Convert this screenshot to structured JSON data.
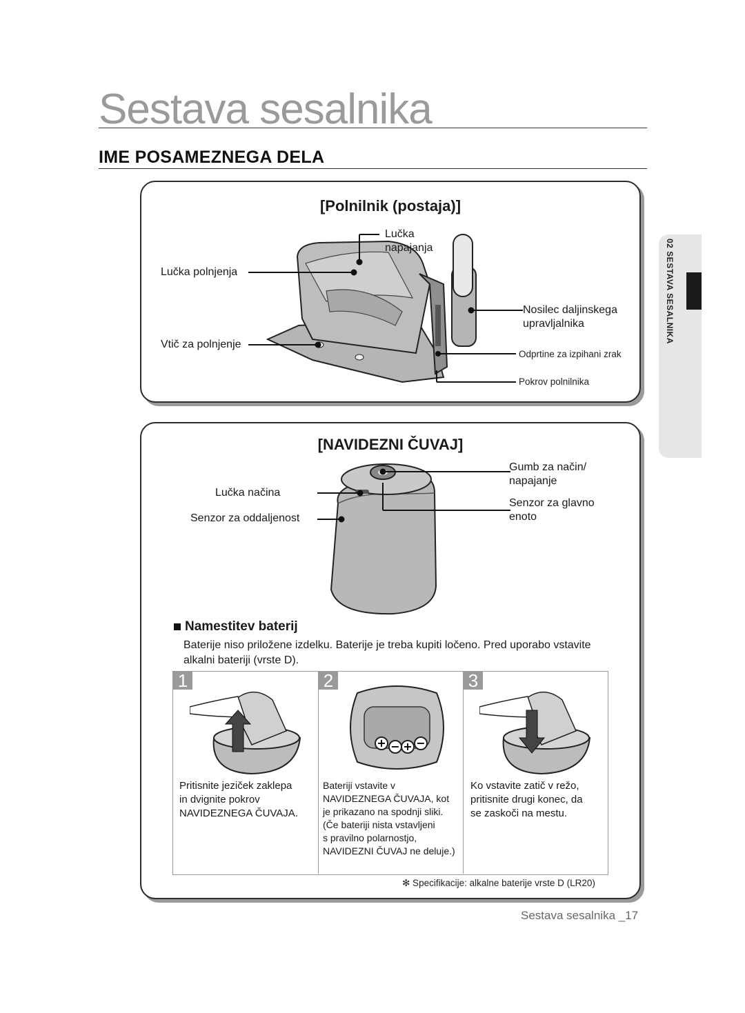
{
  "page": {
    "title": "Sestava sesalnika",
    "section_heading": "IME POSAMEZNEGA DELA",
    "side_tab": "02 SESTAVA SESALNIKA",
    "footer": "Sestava sesalnika _17"
  },
  "charger": {
    "title": "[Polnilnik (postaja)]",
    "labels": {
      "power_lamp": "Lučka\nnapajanja",
      "charging_lamp": "Lučka polnjenja",
      "charging_plug": "Vtič za polnjenje",
      "remote_holder": "Nosilec daljinskega\nupravljalnika",
      "exhaust": "Odprtine za izpihani zrak",
      "cover": "Pokrov polnilnika"
    }
  },
  "guard": {
    "title": "[NAVIDEZNI ČUVAJ]",
    "labels": {
      "mode_button": "Gumb za način/\nnapajanje",
      "mode_lamp": "Lučka načina",
      "main_sensor": "Senzor za glavno\nenoto",
      "distance_sensor": "Senzor za oddaljenost"
    },
    "battery": {
      "heading": "Namestitev baterij",
      "description": "Baterije niso priložene izdelku. Baterije je treba kupiti ločeno. Pred uporabo vstavite alkalni bateriji (vrste D).",
      "steps": [
        {
          "num": "1",
          "text": "Pritisnite jeziček zaklepa\nin dvignite pokrov\nNAVIDEZNEGA ČUVAJA."
        },
        {
          "num": "2",
          "text": "Bateriji vstavite v\nNAVIDEZNEGA ČUVAJA, kot\nje prikazano na spodnji sliki.\n(Če bateriji nista vstavljeni\ns pravilno polarnostjo,\nNAVIDEZNI ČUVAJ ne deluje.)"
        },
        {
          "num": "3",
          "text": "Ko vstavite zatič v režo,\npritisnite drugi konec, da\nse zaskoči na mestu."
        }
      ],
      "note": "✻ Specifikacije: alkalne baterije vrste D (LR20)"
    }
  }
}
